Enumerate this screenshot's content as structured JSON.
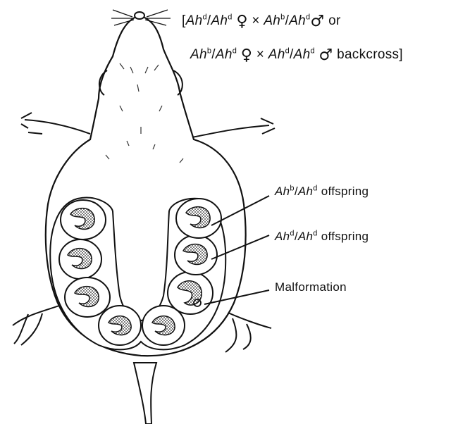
{
  "cross": {
    "line1": {
      "open_bracket": "[",
      "f_allele1": "Ah",
      "f_sup1": "d",
      "f_allele2": "Ah",
      "f_sup2": "d",
      "female_symbol": "♀",
      "times": "×",
      "m_allele1": "Ah",
      "m_sup1": "b",
      "m_allele2": "Ah",
      "m_sup2": "d",
      "male_symbol": "♂",
      "conj": "or"
    },
    "line2": {
      "f_allele1": "Ah",
      "f_sup1": "b",
      "f_allele2": "Ah",
      "f_sup2": "d",
      "female_symbol": "♀",
      "times": "×",
      "m_allele1": "Ah",
      "m_sup1": "d",
      "m_allele2": "Ah",
      "m_sup2": "d",
      "male_symbol": "♂",
      "tail": "backcross]"
    }
  },
  "labels": {
    "hetero": {
      "allele1": "Ah",
      "sup1": "b",
      "allele2": "Ah",
      "sup2": "d",
      "suffix": "offspring"
    },
    "homo": {
      "allele1": "Ah",
      "sup1": "d",
      "allele2": "Ah",
      "sup2": "d",
      "suffix": "offspring"
    },
    "malformation": "Malformation"
  },
  "colors": {
    "ink": "#111111",
    "paper": "#ffffff",
    "stipple": "#222222"
  }
}
